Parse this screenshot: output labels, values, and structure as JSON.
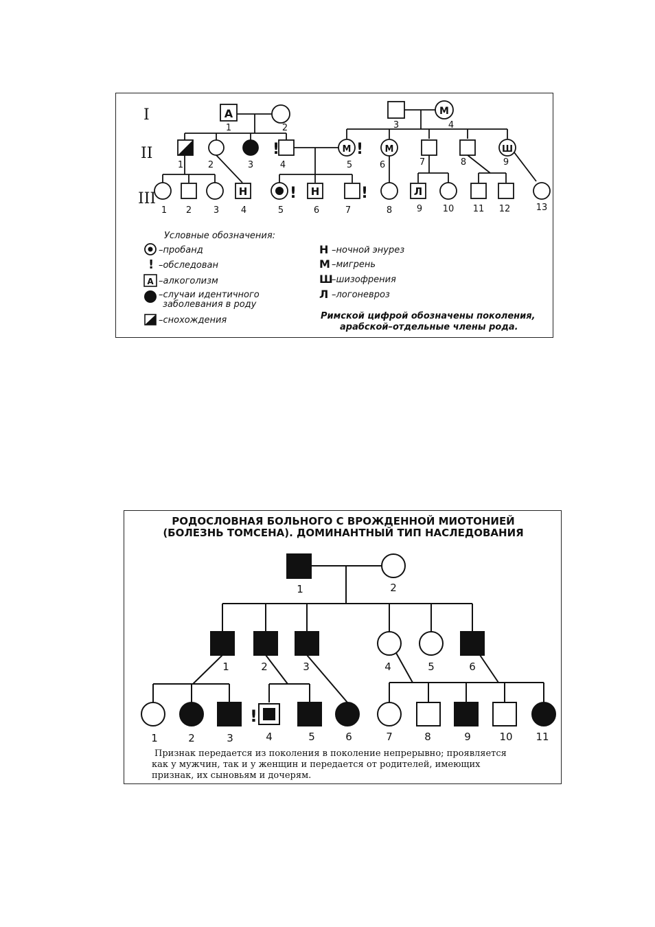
{
  "pedigree1": {
    "generations": [
      "I",
      "II",
      "III"
    ],
    "gen1": {
      "n1": "1",
      "n2": "2",
      "n3": "3",
      "n4": "4",
      "alcohol_mark": "А",
      "migraine_mark": "М"
    },
    "gen2": {
      "n1": "1",
      "n2": "2",
      "n3": "3",
      "n4": "4",
      "n5": "5",
      "n6": "6",
      "n7": "7",
      "n8": "8",
      "n9": "9",
      "m5": "М",
      "m6": "М",
      "m9": "Ш",
      "exam": "!"
    },
    "gen3": {
      "n1": "1",
      "n2": "2",
      "n3": "3",
      "n4": "4",
      "n5": "5",
      "n6": "6",
      "n7": "7",
      "n8": "8",
      "n9": "9",
      "n10": "10",
      "n11": "11",
      "n12": "12",
      "n13": "13",
      "m4": "Н",
      "m6": "Н",
      "m9": "Л",
      "exam": "!"
    },
    "legend": {
      "title": "Условные обозначения:",
      "proband": "–пробанд",
      "examined": "–обследован",
      "alcoholism": "–алкоголизм",
      "identical": "–случаи идентичного",
      "identical2": "заболевания в роду",
      "sleepwalking": "–снохождения",
      "n_key": "Н",
      "n_text": "–ночной энурез",
      "m_key": "М",
      "m_text": "–мигрень",
      "sh_key": "Ш",
      "sh_text": "–шизофрения",
      "l_key": "Л",
      "l_text": "–логоневроз",
      "note1": "Римской цифрой обозначены поколения,",
      "note2": "арабской–отдельные члены рода."
    }
  },
  "pedigree2": {
    "title1": "РОДОСЛОВНАЯ БОЛЬНОГО С ВРОЖДЕННОЙ МИОТОНИЕЙ",
    "title2": "(БОЛЕЗНЬ ТОМСЕНА). ДОМИНАНТНЫЙ ТИП НАСЛЕДОВАНИЯ",
    "gen1": [
      "1",
      "2"
    ],
    "gen2": [
      "1",
      "2",
      "3",
      "4",
      "5",
      "6"
    ],
    "gen3": [
      "1",
      "2",
      "3",
      "4",
      "5",
      "6",
      "7",
      "8",
      "9",
      "10",
      "11"
    ],
    "exam": "!",
    "caption1": "Признак передается из поколения в поколение непрерывно; проявляется",
    "caption2": "как у мужчин, так и у женщин и передается от родителей, имеющих",
    "caption3": "признак, их сыновьям и дочерям."
  }
}
